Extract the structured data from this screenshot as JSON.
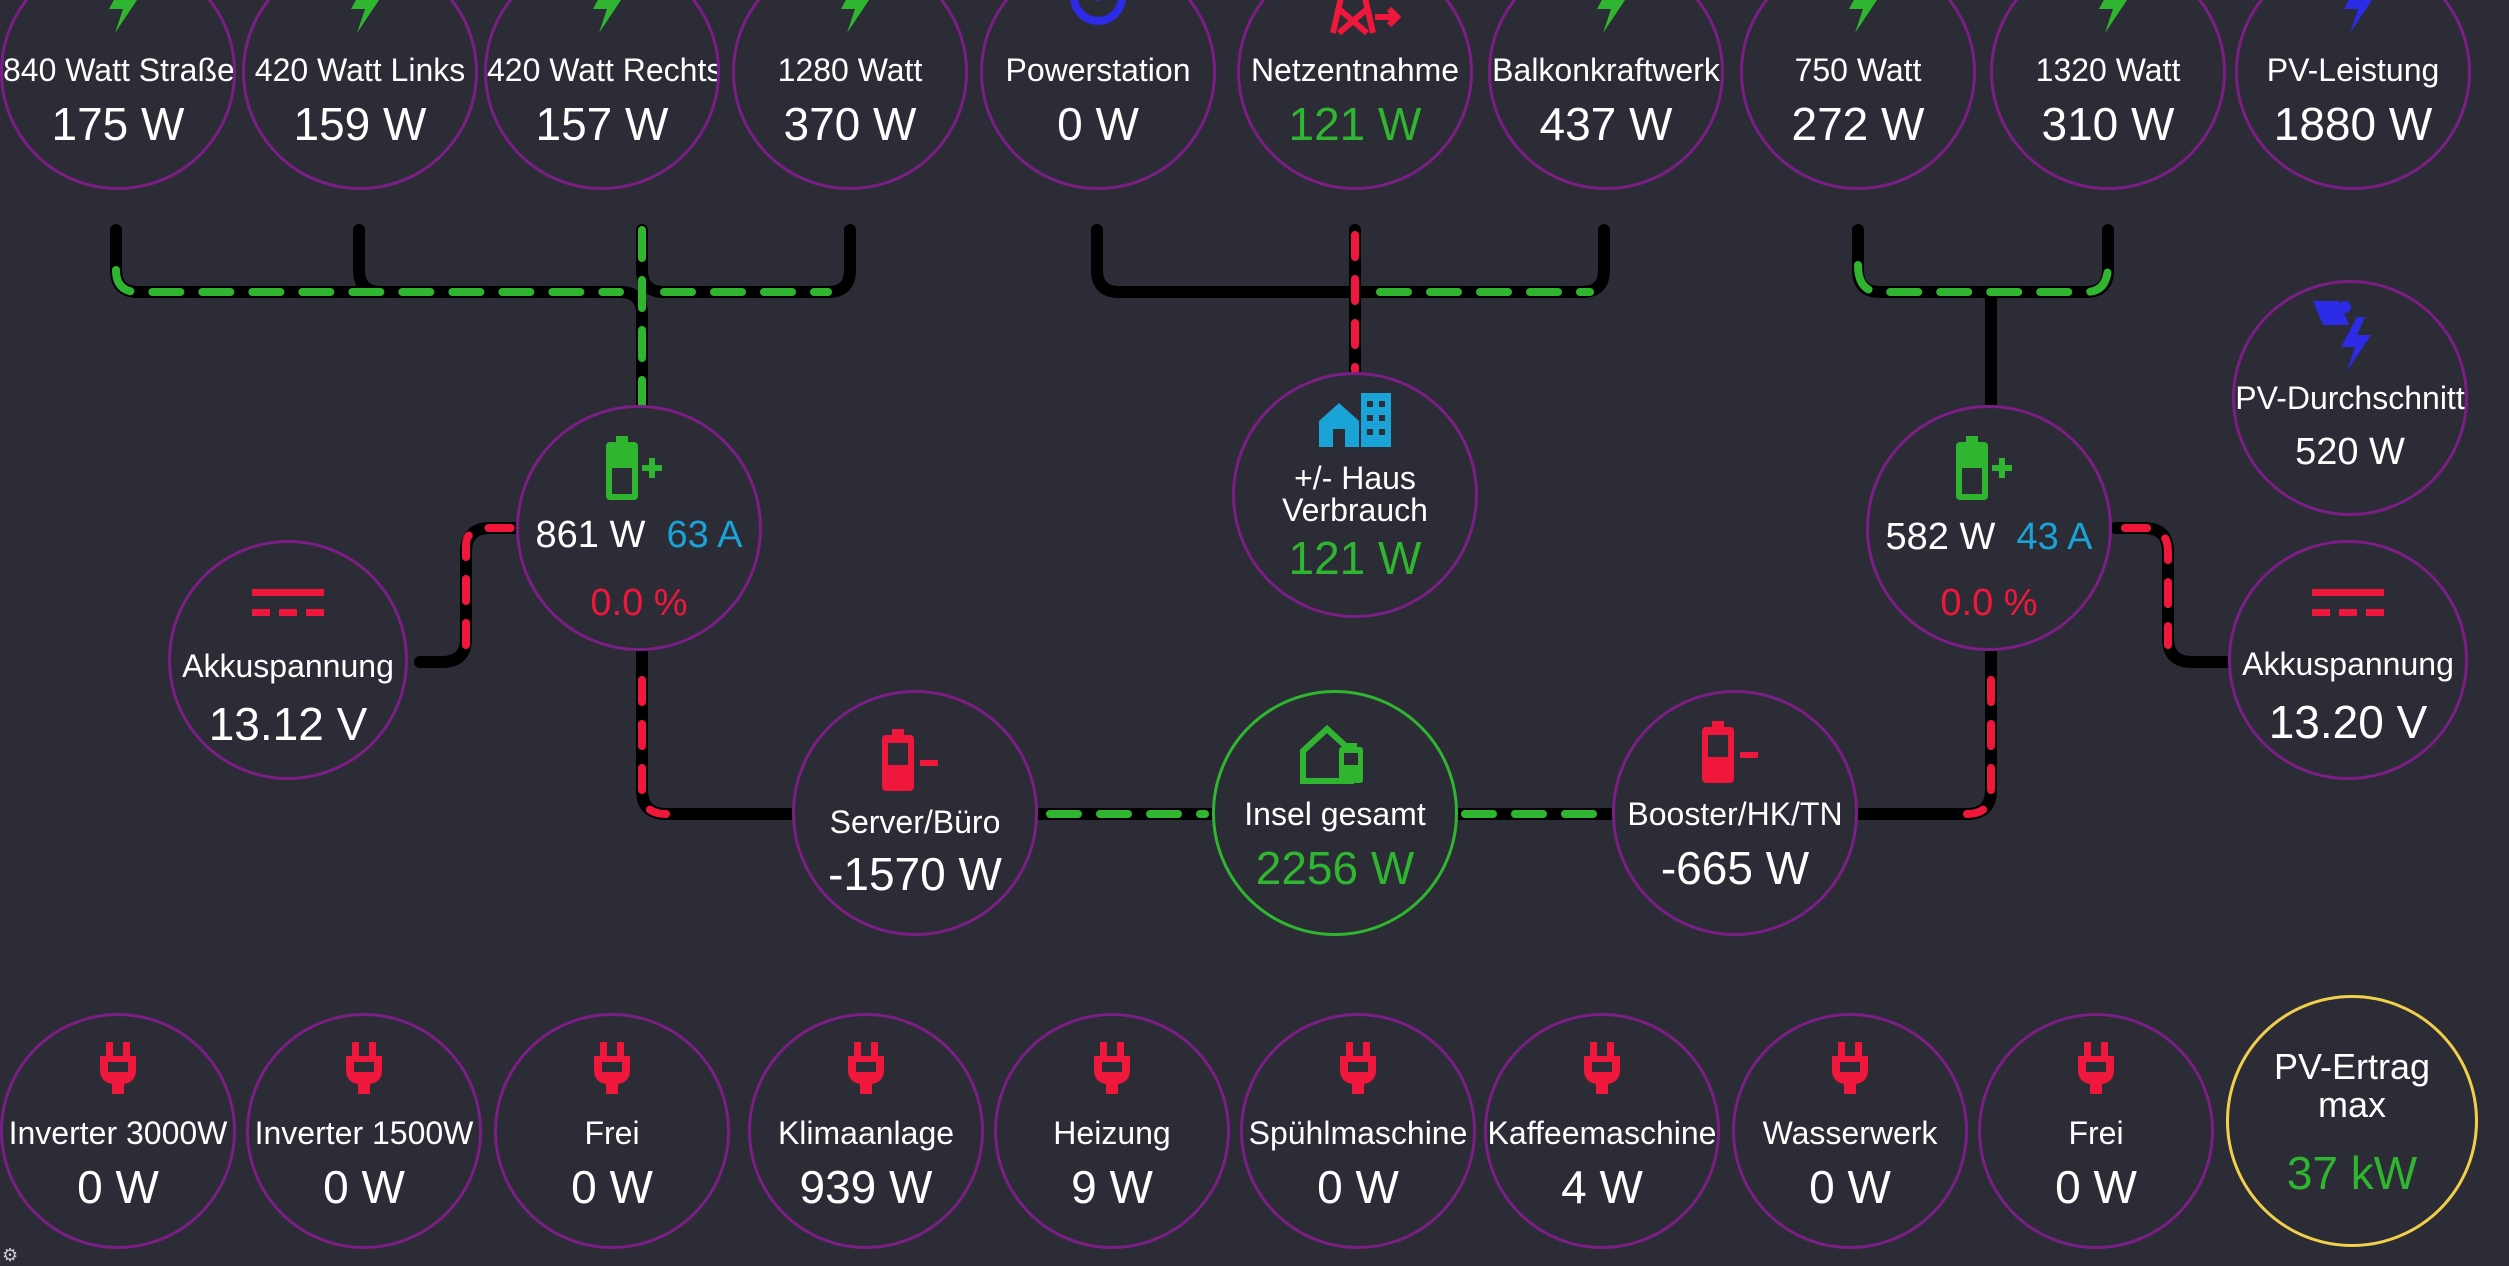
{
  "top_nodes": [
    {
      "label": "840 Watt Straße",
      "value": "175 W",
      "icon": "solar-panel-icon"
    },
    {
      "label": "420 Watt Links",
      "value": "159 W",
      "icon": "solar-panel-icon"
    },
    {
      "label": "420 Watt Rechts",
      "value": "157 W",
      "icon": "solar-panel-icon"
    },
    {
      "label": "1280 Watt",
      "value": "370 W",
      "icon": "solar-panel-icon"
    },
    {
      "label": "Powerstation",
      "value": "0 W",
      "icon": "power-icon"
    },
    {
      "label": "Netzentnahme",
      "value": "121 W",
      "icon": "transmission-tower-icon"
    },
    {
      "label": "Balkonkraftwerk",
      "value": "437 W",
      "icon": "solar-panel-icon"
    },
    {
      "label": "750 Watt",
      "value": "272 W",
      "icon": "solar-panel-icon"
    },
    {
      "label": "1320 Watt",
      "value": "310 W",
      "icon": "solar-panel-icon"
    },
    {
      "label": "PV-Leistung",
      "value": "1880 W",
      "icon": "solar-panel-icon"
    }
  ],
  "pv_average": {
    "label": "PV-Durchschnitt",
    "value": "520 W",
    "icon": "solar-panel-icon"
  },
  "battery_left": {
    "power": "861 W",
    "current": "63 A",
    "soc": "0.0 %",
    "icon": "battery-charging-icon"
  },
  "battery_right": {
    "power": "582 W",
    "current": "43 A",
    "soc": "0.0 %",
    "icon": "battery-charging-icon"
  },
  "voltage_left": {
    "label": "Akkuspannung",
    "value": "13.12 V",
    "icon": "dc-current-icon"
  },
  "voltage_right": {
    "label": "Akkuspannung",
    "value": "13.20 V",
    "icon": "dc-current-icon"
  },
  "house": {
    "label_line1": "+/- Haus",
    "label_line2": "Verbrauch",
    "value": "121 W",
    "icon": "home-city-icon"
  },
  "server": {
    "label": "Server/Büro",
    "value": "-1570 W",
    "icon": "battery-minus-icon"
  },
  "island": {
    "label": "Insel gesamt",
    "value": "2256 W",
    "icon": "home-battery-icon"
  },
  "booster": {
    "label": "Booster/HK/TN",
    "value": "-665 W",
    "icon": "battery-minus-icon"
  },
  "bottom_nodes": [
    {
      "label": "Inverter 3000W",
      "value": "0 W",
      "icon": "power-plug-icon"
    },
    {
      "label": "Inverter 1500W",
      "value": "0 W",
      "icon": "power-plug-icon"
    },
    {
      "label": "Frei",
      "value": "0 W",
      "icon": "power-plug-icon"
    },
    {
      "label": "Klimaanlage",
      "value": "939 W",
      "icon": "power-plug-icon"
    },
    {
      "label": "Heizung",
      "value": "9 W",
      "icon": "power-plug-icon"
    },
    {
      "label": "Spühlmaschine",
      "value": "0 W",
      "icon": "power-plug-icon"
    },
    {
      "label": "Kaffeemaschine",
      "value": "4 W",
      "icon": "power-plug-icon"
    },
    {
      "label": "Wasserwerk",
      "value": "0 W",
      "icon": "power-plug-icon"
    },
    {
      "label": "Frei",
      "value": "0 W",
      "icon": "power-plug-icon"
    }
  ],
  "pv_yield": {
    "label_line1": "PV-Ertrag",
    "label_line2": "max",
    "value": "37 kW"
  },
  "colors": {
    "background": "#2b2c35",
    "ring": "#7b1e85",
    "green": "#2fb52f",
    "red": "#f0173c",
    "blue": "#1aa3d6",
    "solar_blue": "#2b2be8",
    "yellow": "#f2cf4a",
    "island_ring": "#2fb52f"
  }
}
